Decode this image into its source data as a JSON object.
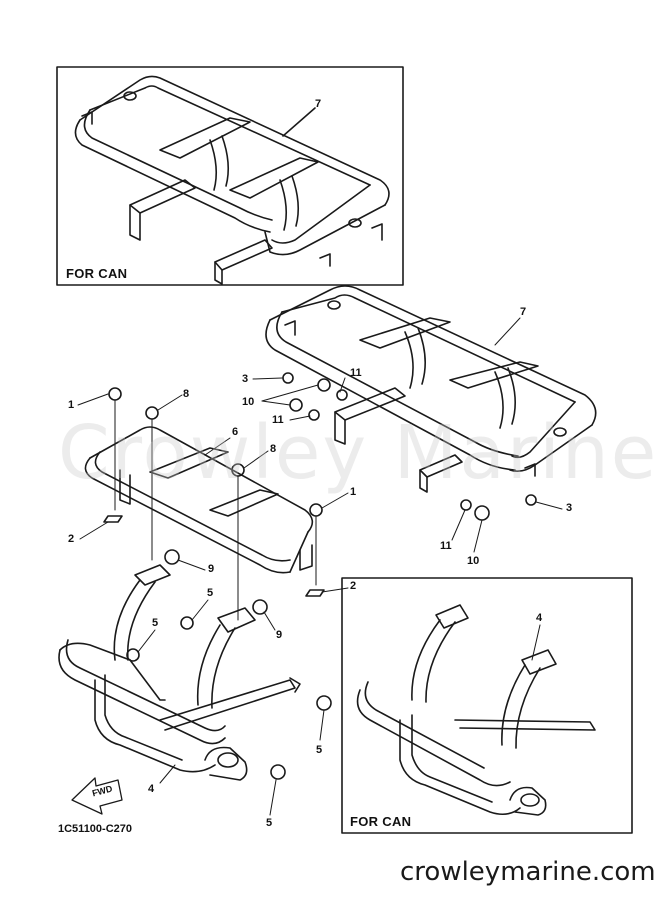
{
  "insets": {
    "top_label": "FOR CAN",
    "bottom_label": "FOR CAN"
  },
  "callouts": [
    "7",
    "7",
    "3",
    "1",
    "8",
    "11",
    "10",
    "11",
    "6",
    "8",
    "1",
    "2",
    "3",
    "11",
    "10",
    "2",
    "9",
    "5",
    "9",
    "5",
    "4",
    "4",
    "5",
    "5"
  ],
  "part_code": "1C51100-C270",
  "fwd_label": "FWD",
  "watermark": "Crowley Marine",
  "footer_url": "crowleymarine.com",
  "colors": {
    "line": "#1a1a1a",
    "watermark": "#c8c8c8"
  }
}
